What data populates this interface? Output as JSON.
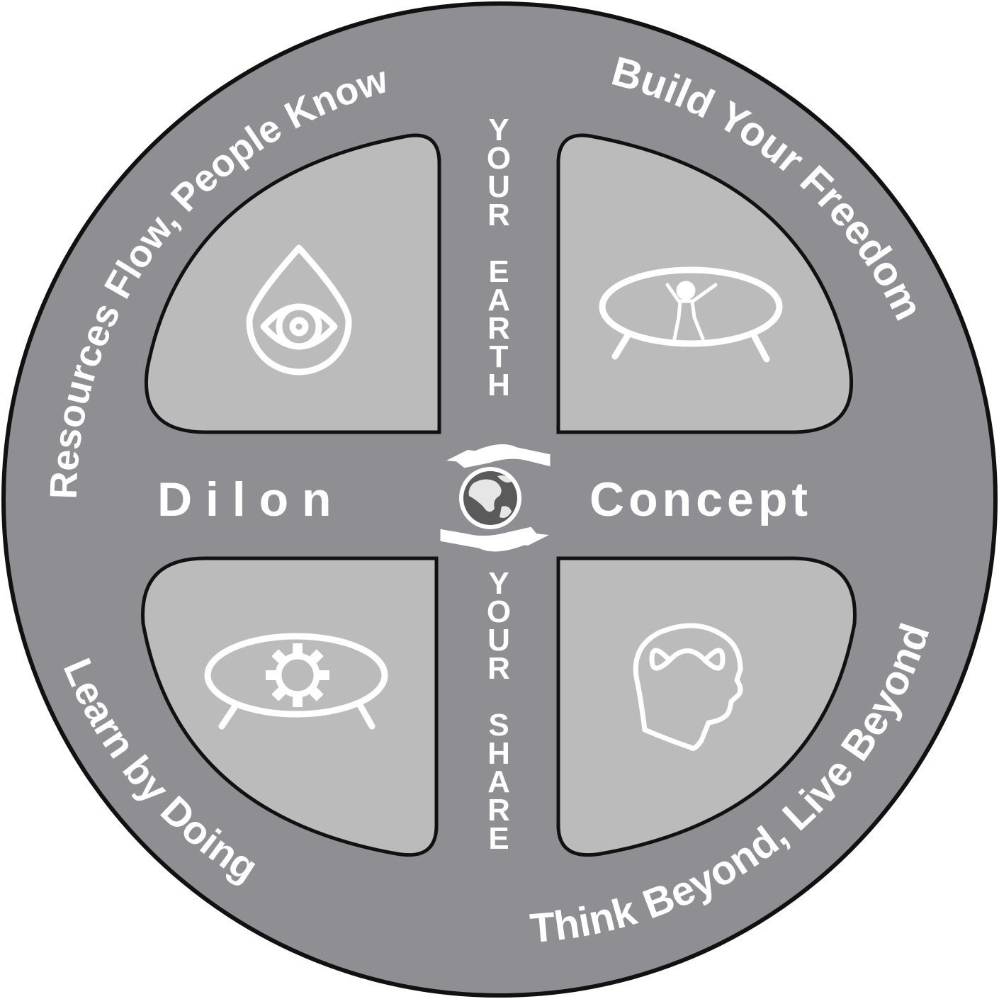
{
  "colors": {
    "outer_disc": "#8e8e93",
    "quadrant": "#bbbbbb",
    "outline": "#111111",
    "text": "#ffffff"
  },
  "arc_labels": {
    "top_left": "Resources Flow, People Know",
    "top_right": "Build Your Freedom",
    "bottom_left": "Learn by Doing",
    "bottom_right": "Think Beyond, Live Beyond"
  },
  "center": {
    "left_word": "D i l o n",
    "right_word": "Concept"
  },
  "vertical_top": [
    "Y",
    "O",
    "U",
    "R",
    " ",
    "E",
    "A",
    "R",
    "T",
    "H"
  ],
  "vertical_bottom": [
    "Y",
    "O",
    "U",
    "R",
    " ",
    "S",
    "H",
    "A",
    "R",
    "E"
  ],
  "icons": {
    "top_left": "drop-eye-icon",
    "top_right": "trampoline-person-icon",
    "bottom_left": "table-gear-icon",
    "bottom_right": "head-infinity-icon",
    "center": "hands-globe-icon"
  }
}
